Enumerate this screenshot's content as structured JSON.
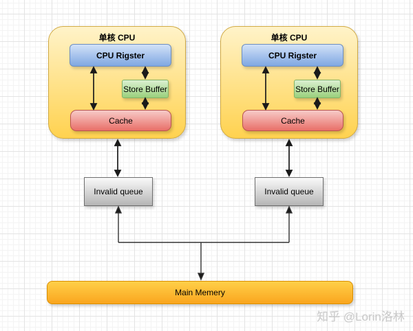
{
  "diagram": {
    "cpus": [
      {
        "title": "单核 CPU",
        "register_label": "CPU Rigster",
        "store_buffer_label": "Store Buffer",
        "cache_label": "Cache"
      },
      {
        "title": "单核 CPU",
        "register_label": "CPU Rigster",
        "store_buffer_label": "Store Buffer",
        "cache_label": "Cache"
      }
    ],
    "invalid_queues": [
      {
        "label": "Invalid queue"
      },
      {
        "label": "Invalid queue"
      }
    ],
    "main_memory": {
      "label": "Main Memery"
    },
    "watermark": "知乎 @Lorin洛林",
    "colors": {
      "cpu_container_fill_top": "#fff3c9",
      "cpu_container_fill_bottom": "#ffd24f",
      "cpu_container_stroke": "#d0a943",
      "register_fill_top": "#d2e2f8",
      "register_fill_bottom": "#7fa7e2",
      "register_stroke": "#6c8ebf",
      "store_buffer_fill_top": "#daf0d1",
      "store_buffer_fill_bottom": "#9ad07c",
      "store_buffer_stroke": "#82b366",
      "cache_fill_top": "#f7cbc8",
      "cache_fill_bottom": "#e96f68",
      "cache_stroke": "#b85450",
      "invalid_queue_fill_top": "#fafafa",
      "invalid_queue_fill_bottom": "#b5b5b5",
      "invalid_queue_stroke": "#6e6e6e",
      "main_memory_fill_top": "#ffd049",
      "main_memory_fill_bottom": "#faa51e",
      "main_memory_stroke": "#d98e00",
      "arrow_color": "#1a1a1a",
      "grid_major": "#e3e3e3",
      "grid_minor": "#f3f3f3"
    }
  }
}
